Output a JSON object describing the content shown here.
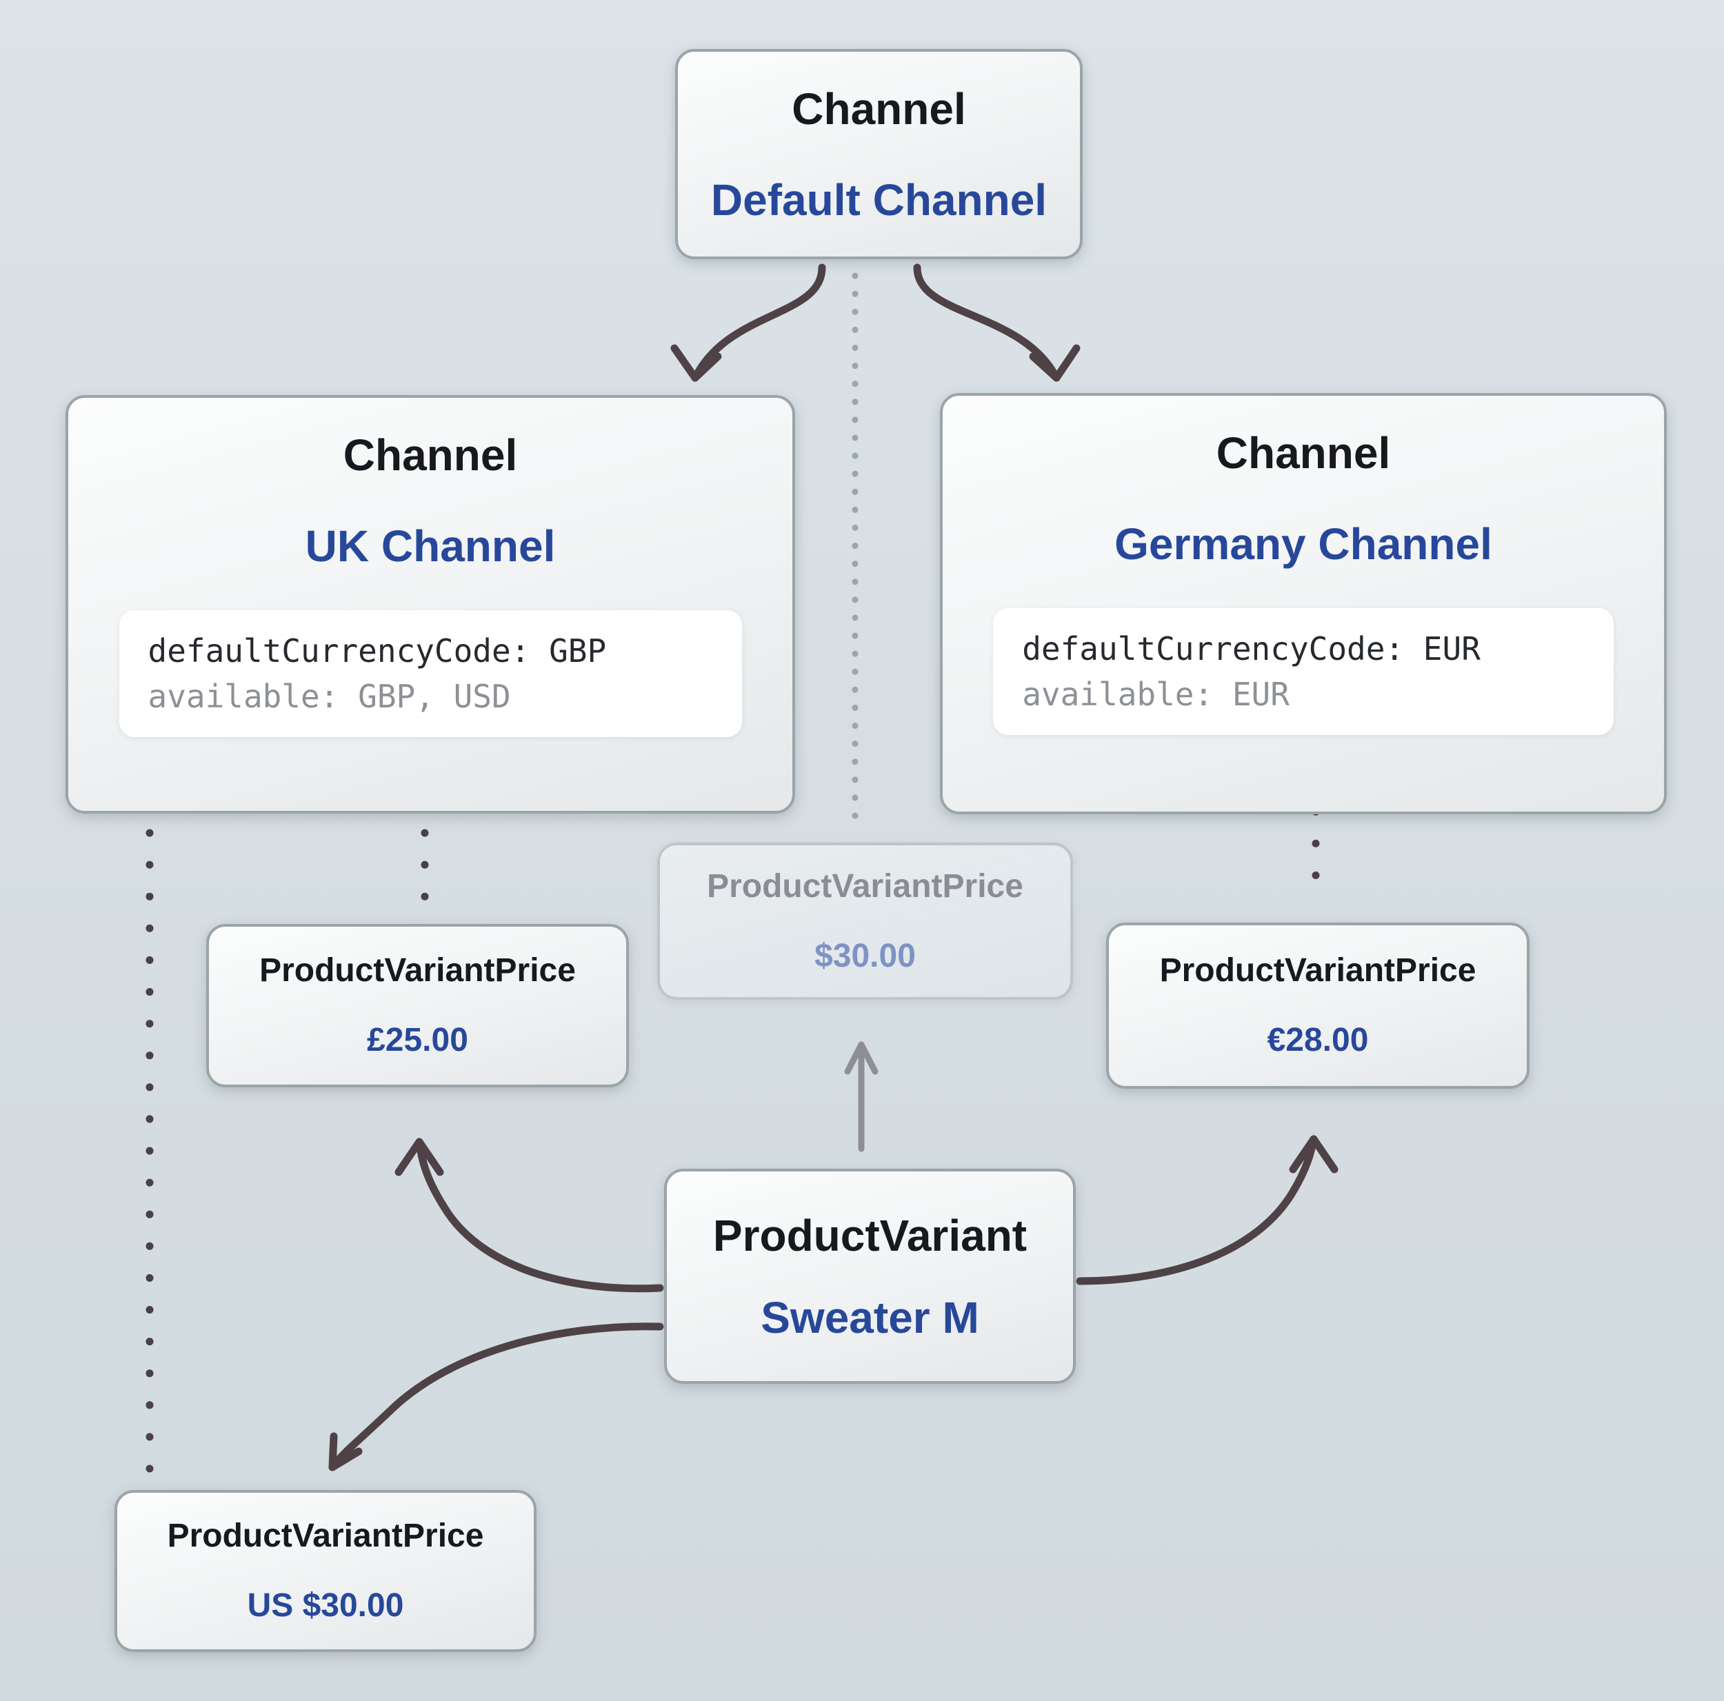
{
  "colors": {
    "background": "#d6dee3",
    "box_border": "#9aa4a9",
    "box_fill_top": "#fcfdfd",
    "box_fill_bottom": "#e5e8ea",
    "title_text": "#17191e",
    "name_text": "#27489a",
    "muted_title_text": "#8a8e94",
    "muted_value_text": "#7e93c4",
    "code_text": "#26292e",
    "code_muted_text": "#8d9196",
    "arrow_dark": "#4e4246",
    "arrow_gray": "#8e8f96",
    "dots_dark": "#4b4045",
    "dots_light": "#9aa6ad"
  },
  "nodes": {
    "default_channel": {
      "type": "Channel",
      "name": "Default Channel"
    },
    "uk_channel": {
      "type": "Channel",
      "name": "UK Channel",
      "code_default": "defaultCurrencyCode: GBP",
      "code_available": "available: GBP, USD"
    },
    "germany_channel": {
      "type": "Channel",
      "name": "Germany Channel",
      "code_default": "defaultCurrencyCode: EUR",
      "code_available": "available: EUR"
    },
    "default_channel_price": {
      "type": "ProductVariantPrice",
      "value": "$30.00"
    },
    "uk_price": {
      "type": "ProductVariantPrice",
      "value": "£25.00"
    },
    "germany_price": {
      "type": "ProductVariantPrice",
      "value": "€28.00"
    },
    "us_price": {
      "type": "ProductVariantPrice",
      "value": "US $30.00"
    },
    "product_variant": {
      "type": "ProductVariant",
      "name": "Sweater M"
    }
  }
}
